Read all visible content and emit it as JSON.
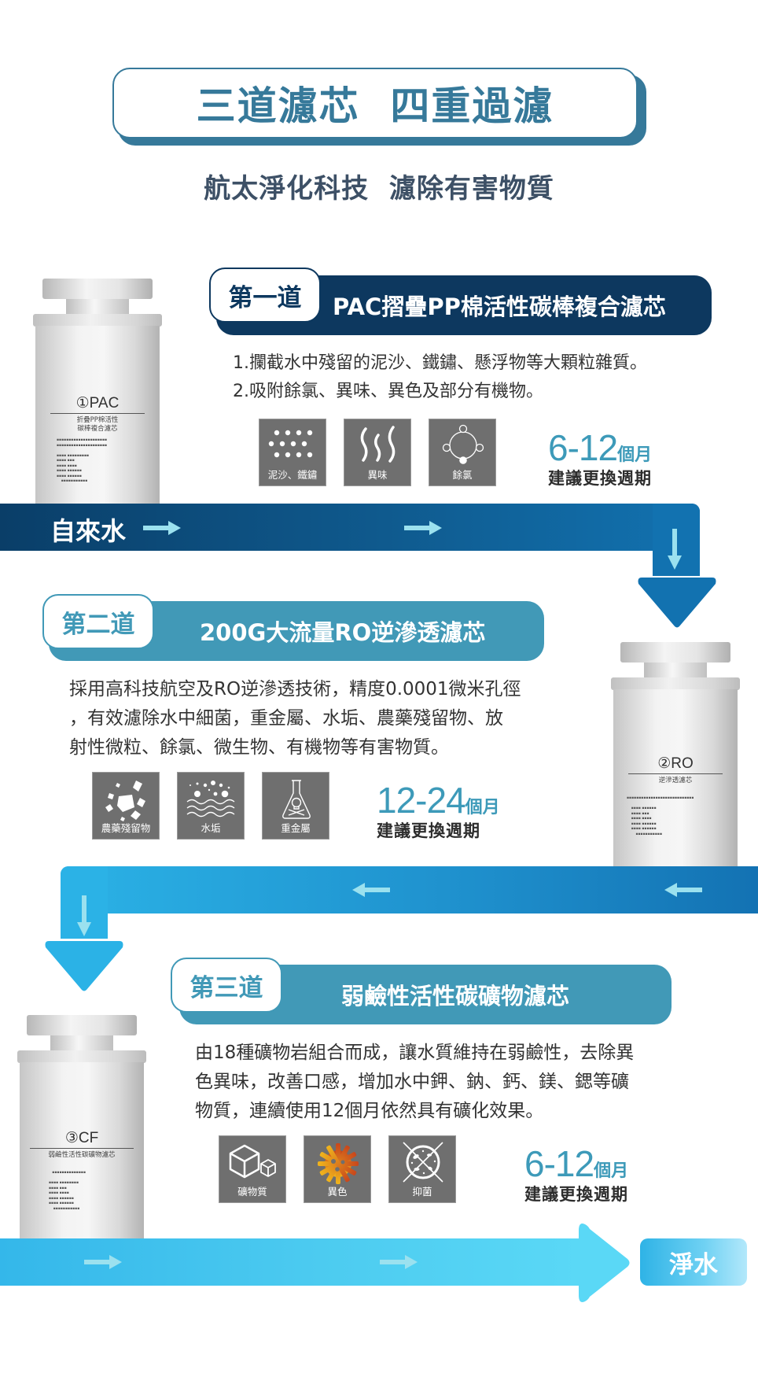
{
  "header": {
    "title": "三道濾芯  四重過濾",
    "subtitle": "航太淨化科技  濾除有害物質"
  },
  "colors": {
    "title_blue": "#36799a",
    "stage1_navy": "#0d385f",
    "stage_teal": "#4199b7",
    "period_blue": "#3d9ab9",
    "tile_gray": "#6f6f6f"
  },
  "flow": {
    "start_label": "自來水",
    "end_label": "淨水"
  },
  "stages": [
    {
      "tag": "第一道",
      "title": "PAC摺疊PP棉活性碳棒複合濾芯",
      "description": [
        "1.攔截水中殘留的泥沙、鐵鏽、懸浮物等大顆粒雜質。",
        "2.吸附餘氯、異味、異色及部分有機物。"
      ],
      "icons": [
        {
          "name": "particles-icon",
          "label": "泥沙、鐵鏽"
        },
        {
          "name": "odor-waves-icon",
          "label": "異味"
        },
        {
          "name": "chlorine-molecule-icon",
          "label": "餘氯"
        }
      ],
      "period_number": "6-12",
      "period_unit": "個月",
      "period_label": "建議更換週期",
      "cartridge": {
        "code": "①PAC",
        "name_line1": "折疊PP棉活性",
        "name_line2": "碳棒複合濾芯"
      }
    },
    {
      "tag": "第二道",
      "title": "200G大流量RO逆滲透濾芯",
      "description": [
        "採用高科技航空及RO逆滲透技術，精度0.0001微米孔徑",
        "，有效濾除水中細菌，重金屬、水垢、農藥殘留物、放",
        "射性微粒、餘氯、微生物、有機物等有害物質。"
      ],
      "icons": [
        {
          "name": "pesticide-crystals-icon",
          "label": "農藥殘留物"
        },
        {
          "name": "scale-water-icon",
          "label": "水垢"
        },
        {
          "name": "heavy-metal-flask-icon",
          "label": "重金屬"
        }
      ],
      "period_number": "12-24",
      "period_unit": "個月",
      "period_label": "建議更換週期",
      "cartridge": {
        "code": "②RO",
        "name_line1": "逆滲透濾芯",
        "name_line2": ""
      }
    },
    {
      "tag": "第三道",
      "title": "弱鹼性活性碳礦物濾芯",
      "description": [
        "由18種礦物岩組合而成，讓水質維持在弱鹼性，去除異",
        "色異味，改善口感，增加水中鉀、鈉、鈣、鎂、鍶等礦",
        "物質，連續使用12個月依然具有礦化效果。"
      ],
      "icons": [
        {
          "name": "mineral-cubes-icon",
          "label": "礦物質"
        },
        {
          "name": "color-gear-icon",
          "label": "異色"
        },
        {
          "name": "antibacterial-icon",
          "label": "抑菌"
        }
      ],
      "period_number": "6-12",
      "period_unit": "個月",
      "period_label": "建議更換週期",
      "cartridge": {
        "code": "③CF",
        "name_line1": "弱鹼性活性碳礦物濾芯",
        "name_line2": ""
      }
    }
  ]
}
